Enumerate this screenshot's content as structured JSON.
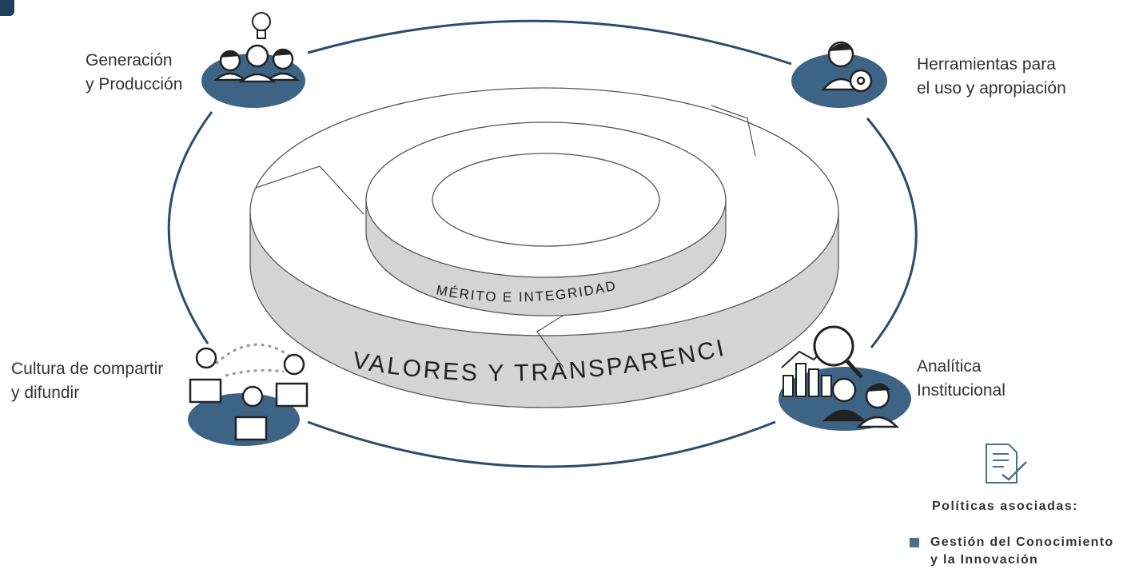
{
  "corner_mark": "",
  "nodes": {
    "generacion": {
      "line1": "Generación",
      "line2": "y Producción"
    },
    "herramientas": {
      "line1": "Herramientas para",
      "line2": "el uso y apropiación"
    },
    "cultura": {
      "line1": "Cultura de compartir",
      "line2": "y difundir"
    },
    "analitica": {
      "line1": "Analítica",
      "line2": "Institucional"
    }
  },
  "rings": {
    "inner_label": "MÉRITO E INTEGRIDAD",
    "outer_label": "VALORES Y TRANSPARENCIA"
  },
  "policies": {
    "title": "Políticas asociadas:",
    "items": [
      {
        "line1": "Gestión del Conocimiento",
        "line2": "y la Innovación"
      }
    ]
  },
  "colors": {
    "accent": "#3e6485",
    "ring_side": "#d2d2d2",
    "ring_top": "#ffffff",
    "outline": "#555555",
    "icon_stroke": "#222222"
  },
  "icons": {
    "generacion": "team-lightbulb-icon",
    "herramientas": "person-gear-icon",
    "cultura": "people-sharing-books-icon",
    "analitica": "analytics-magnifier-icon",
    "policies": "document-check-icon"
  }
}
